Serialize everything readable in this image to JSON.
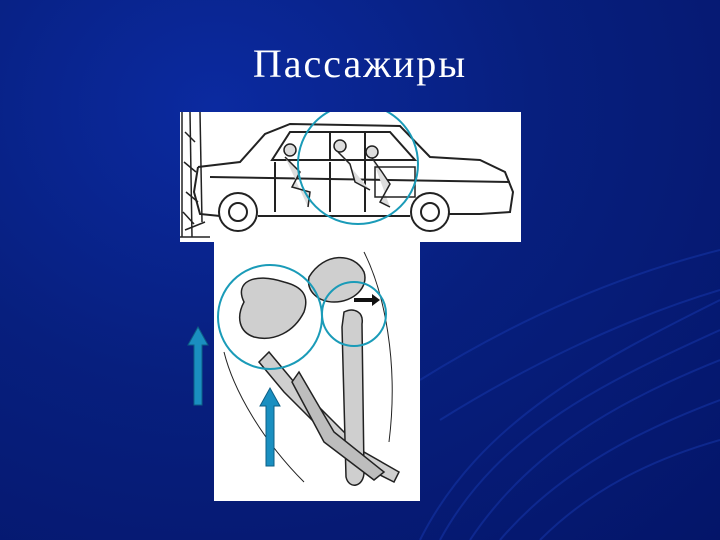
{
  "slide": {
    "title": "Пассажиры"
  },
  "figures": {
    "car_illustration": "car-side-view-with-passengers",
    "pelvis_illustration": "pelvis-and-femur-dislocation"
  },
  "colors": {
    "background": "#071f7e",
    "title_text": "#ffffff",
    "highlight_circle": "#1a9bb8",
    "arrow_fill": "#1a8fc0"
  }
}
